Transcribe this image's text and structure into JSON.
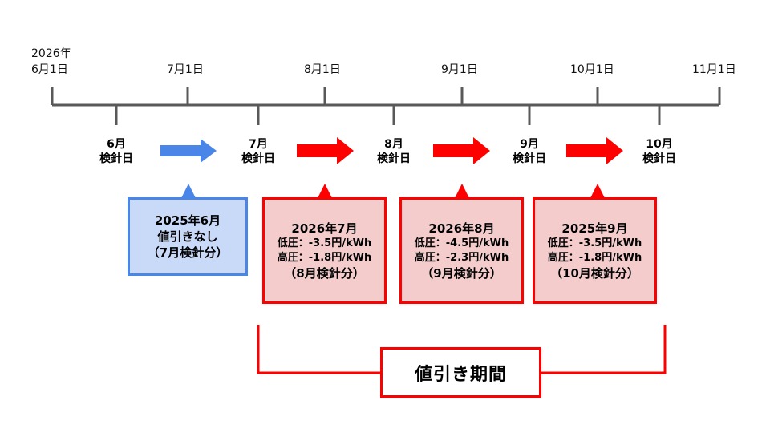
{
  "timeline": {
    "start_year": "2026年",
    "months": [
      "6月1日",
      "7月1日",
      "8月1日",
      "9月1日",
      "10月1日",
      "11月1日"
    ]
  },
  "meter_readings": [
    {
      "month": "6月",
      "text": "検針日"
    },
    {
      "month": "7月",
      "text": "検針日"
    },
    {
      "month": "8月",
      "text": "検針日"
    },
    {
      "month": "9月",
      "text": "検針日"
    },
    {
      "month": "10月",
      "text": "検針日"
    }
  ],
  "boxes": [
    {
      "title": "2025年6月",
      "lines": [
        "値引きなし"
      ],
      "sub": "（7月検針分）",
      "style": "blue"
    },
    {
      "title": "2026年7月",
      "lines": [
        "低圧：-3.5円/kWh",
        "高圧：-1.8円/kWh"
      ],
      "sub": "（8月検針分）",
      "style": "red"
    },
    {
      "title": "2026年8月",
      "lines": [
        "低圧：-4.5円/kWh",
        "高圧：-2.3円/kWh"
      ],
      "sub": "（9月検針分）",
      "style": "red"
    },
    {
      "title": "2025年9月",
      "lines": [
        "低圧：-3.5円/kWh",
        "高圧：-1.8円/kWh"
      ],
      "sub": "（10月検針分）",
      "style": "red"
    }
  ],
  "period_label": "値引き期間",
  "colors": {
    "axis": "#595959",
    "blue_arrow": "#4a86e8",
    "blue_fill": "#c9daf8",
    "red": "#ff0000",
    "red_fill": "#f4cccc"
  }
}
